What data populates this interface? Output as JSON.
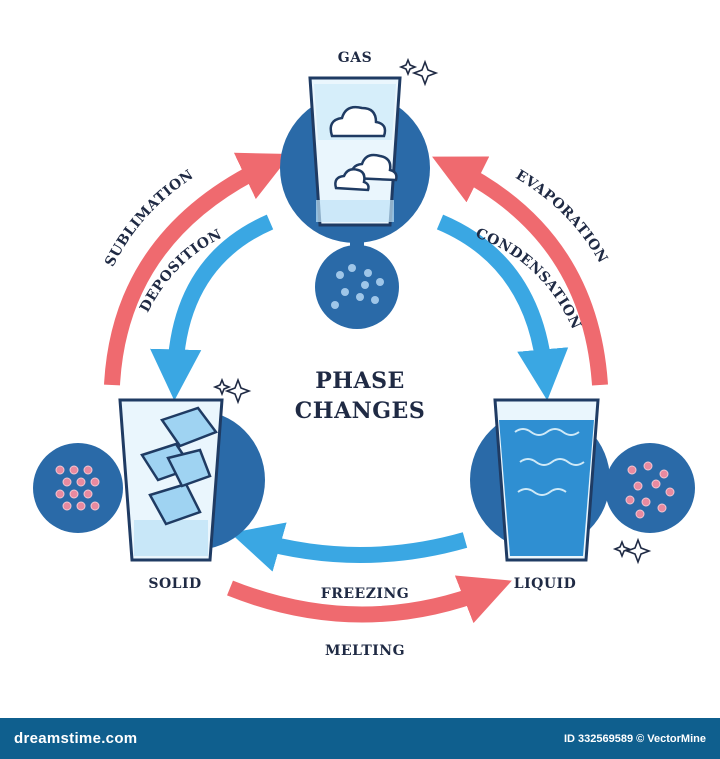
{
  "title": {
    "line1": "PHASE",
    "line2": "CHANGES"
  },
  "states": {
    "gas": "GAS",
    "solid": "SOLID",
    "liquid": "LIQUID"
  },
  "processes": {
    "sublimation": "SUBLIMATION",
    "deposition": "DEPOSITION",
    "evaporation": "EVAPORATION",
    "condensation": "CONDENSATION",
    "freezing": "FREEZING",
    "melting": "MELTING"
  },
  "footer": {
    "site": "dreamstime.com",
    "credit": "ID 332569589 © VectorMine"
  },
  "colors": {
    "red_arrow": "#ef6a6f",
    "blue_arrow": "#3aa7e3",
    "dark_blue": "#2a6aa8",
    "glass": "#cfe9f7",
    "water": "#2f8fd2",
    "footer": "#0f5f8e"
  }
}
